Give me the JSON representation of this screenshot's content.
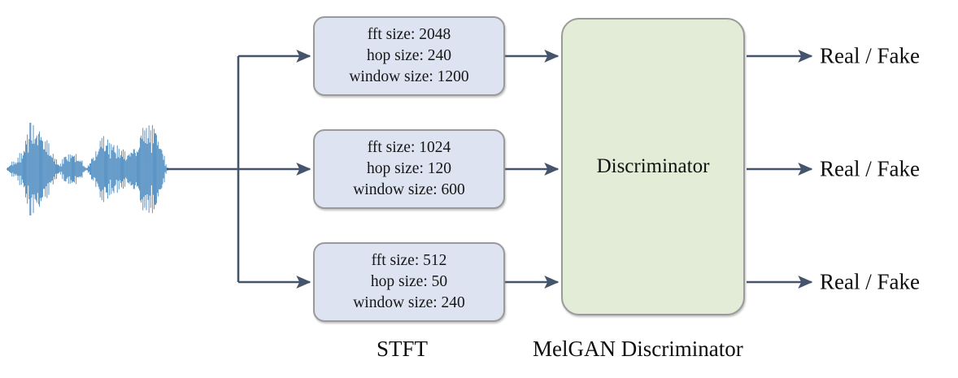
{
  "diagram": {
    "title": "MelGAN multi-resolution STFT discriminator diagram",
    "colors": {
      "stft_box_fill": "#dde3f0",
      "stft_box_border": "#9a9a9a",
      "discriminator_fill": "#e2ecd6",
      "discriminator_border": "#9a9a9a",
      "arrow": "#44546a",
      "waveform": "#3a7fba",
      "background": "#ffffff"
    },
    "input": {
      "name": "audio-waveform",
      "description": "audio waveform"
    },
    "stft_boxes": [
      {
        "id": "stft-2048",
        "lines": [
          "fft size: 2048",
          "hop size: 240",
          "window size: 1200"
        ],
        "fft_size": 2048,
        "hop_size": 240,
        "window_size": 1200
      },
      {
        "id": "stft-1024",
        "lines": [
          "fft size: 1024",
          "hop size: 120",
          "window size: 600"
        ],
        "fft_size": 1024,
        "hop_size": 120,
        "window_size": 600
      },
      {
        "id": "stft-512",
        "lines": [
          "fft size: 512",
          "hop size: 50",
          "window size: 240"
        ],
        "fft_size": 512,
        "hop_size": 50,
        "window_size": 240
      }
    ],
    "discriminator": {
      "label": "Discriminator"
    },
    "outputs": [
      {
        "label": "Real / Fake"
      },
      {
        "label": "Real / Fake"
      },
      {
        "label": "Real / Fake"
      }
    ],
    "captions": {
      "stft": "STFT",
      "discriminator": "MelGAN Discriminator"
    }
  }
}
